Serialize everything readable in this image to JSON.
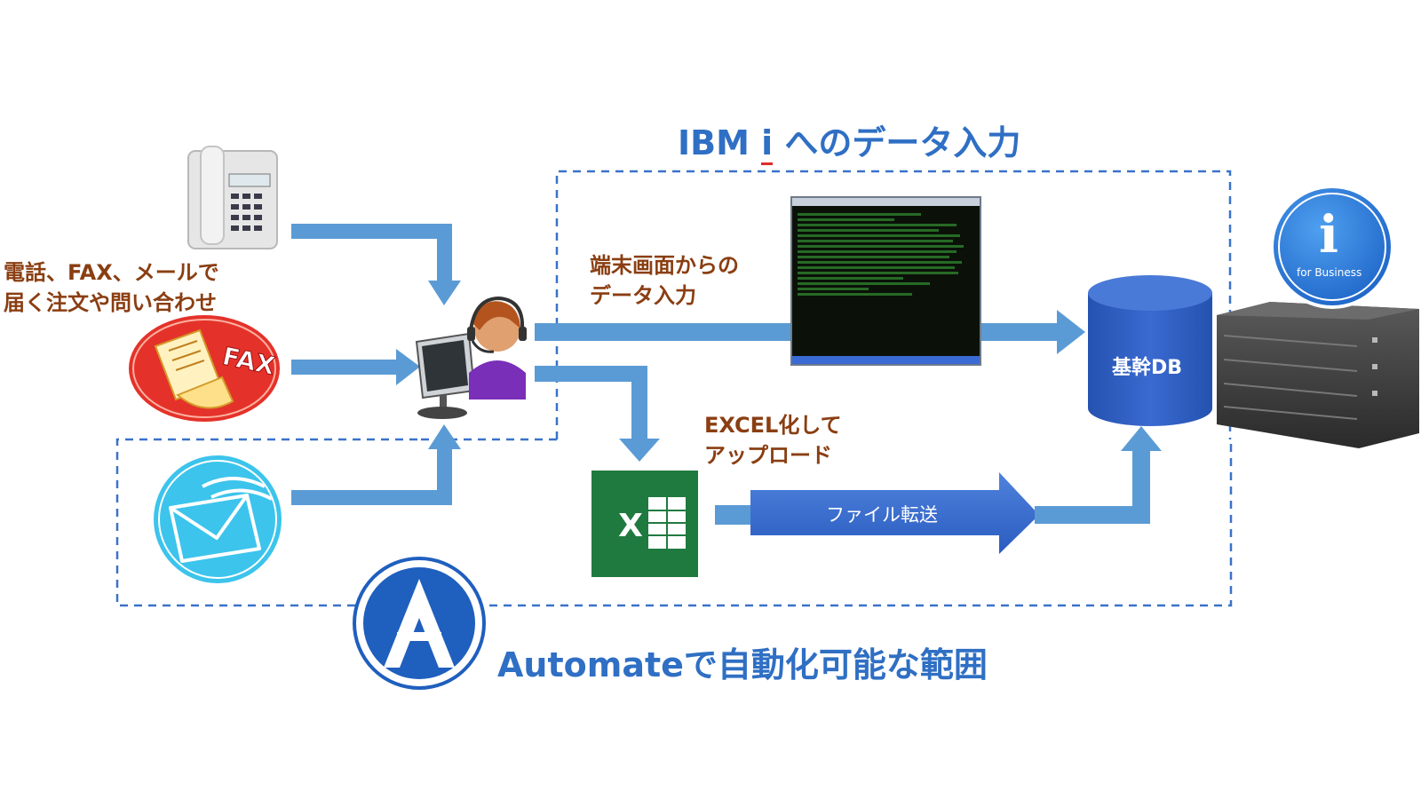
{
  "diagram": {
    "top_title_prefix": "IBM ",
    "top_title_i": "i",
    "top_title_suffix": " へのデータ入力",
    "inbound_label_line1": "電話、FAX、メールで",
    "inbound_label_line2": "届く注文や問い合わせ",
    "terminal_label_line1": "端末画面からの",
    "terminal_label_line2": "データ入力",
    "excel_label_line1": "EXCEL化して",
    "excel_label_line2": "アップロード",
    "file_transfer_label": "ファイル転送",
    "db_label": "基幹DB",
    "fax_text": "FAX",
    "excel_letter": "X",
    "ibmi_logo_letter": "i",
    "ibmi_logo_sub": "for Business",
    "automate_logo_letter": "A",
    "bottom_title": "Automateで自動化可能な範囲"
  },
  "colors": {
    "arrow_blue": "#5b9bd5",
    "dashed_border": "#3a72c9",
    "title_blue": "#2f6fc4",
    "label_brown": "#8a3e12",
    "db_blue": "#2f5fc0",
    "excel_green": "#1f7a40",
    "automate_blue": "#1f5fbe",
    "ibmi_blue": "#2e7fe0"
  },
  "icons": [
    "telephone-icon",
    "fax-icon",
    "email-icon",
    "operator-icon",
    "terminal-screenshot",
    "excel-icon",
    "database-icon",
    "server-icon",
    "ibm-i-logo",
    "automate-logo"
  ]
}
